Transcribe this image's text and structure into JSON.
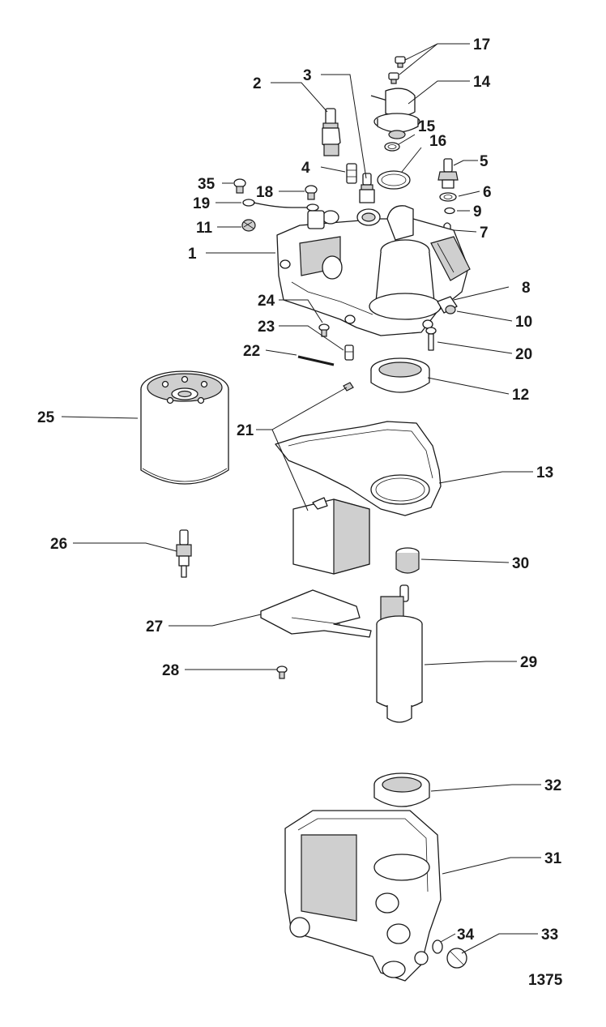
{
  "drawing_number": "1375",
  "callouts": [
    {
      "id": "c1",
      "label": "1"
    },
    {
      "id": "c2",
      "label": "2"
    },
    {
      "id": "c3",
      "label": "3"
    },
    {
      "id": "c4",
      "label": "4"
    },
    {
      "id": "c5",
      "label": "5"
    },
    {
      "id": "c6",
      "label": "6"
    },
    {
      "id": "c7",
      "label": "7"
    },
    {
      "id": "c8",
      "label": "8"
    },
    {
      "id": "c9",
      "label": "9"
    },
    {
      "id": "c10",
      "label": "10"
    },
    {
      "id": "c11",
      "label": "11"
    },
    {
      "id": "c12",
      "label": "12"
    },
    {
      "id": "c13",
      "label": "13"
    },
    {
      "id": "c14",
      "label": "14"
    },
    {
      "id": "c15",
      "label": "15"
    },
    {
      "id": "c16",
      "label": "16"
    },
    {
      "id": "c17",
      "label": "17"
    },
    {
      "id": "c18",
      "label": "18"
    },
    {
      "id": "c19",
      "label": "19"
    },
    {
      "id": "c20",
      "label": "20"
    },
    {
      "id": "c21",
      "label": "21"
    },
    {
      "id": "c22",
      "label": "22"
    },
    {
      "id": "c23",
      "label": "23"
    },
    {
      "id": "c24",
      "label": "24"
    },
    {
      "id": "c25",
      "label": "25"
    },
    {
      "id": "c26",
      "label": "26"
    },
    {
      "id": "c27",
      "label": "27"
    },
    {
      "id": "c28",
      "label": "28"
    },
    {
      "id": "c29",
      "label": "29"
    },
    {
      "id": "c30",
      "label": "30"
    },
    {
      "id": "c31",
      "label": "31"
    },
    {
      "id": "c32",
      "label": "32"
    },
    {
      "id": "c33",
      "label": "33"
    },
    {
      "id": "c34",
      "label": "34"
    },
    {
      "id": "c35",
      "label": "35"
    }
  ]
}
